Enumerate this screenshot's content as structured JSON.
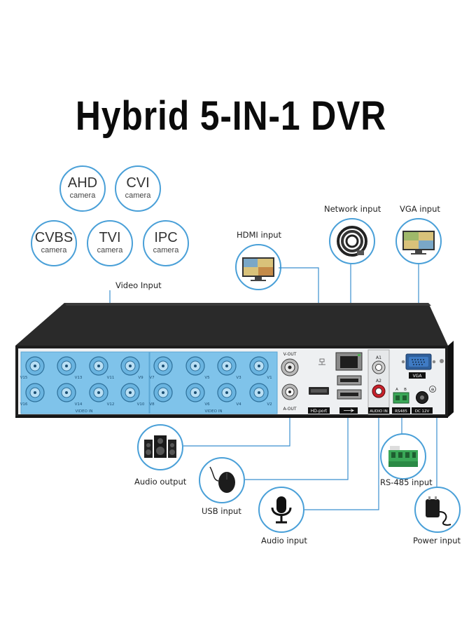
{
  "title": "Hybrid 5-IN-1 DVR",
  "cameras": [
    {
      "name": "AHD",
      "sub": "camera"
    },
    {
      "name": "CVI",
      "sub": "camera"
    },
    {
      "name": "CVBS",
      "sub": "camera"
    },
    {
      "name": "TVI",
      "sub": "camera"
    },
    {
      "name": "IPC",
      "sub": "camera"
    }
  ],
  "labels": {
    "video_input": "Video Input",
    "hdmi_input": "HDMI input",
    "network_input": "Network input",
    "vga_input": "VGA input",
    "audio_output": "Audio output",
    "usb_input": "USB input",
    "audio_input": "Audio input",
    "rs485_input": "RS-485 input",
    "power_input": "Power input"
  },
  "panel": {
    "video_in": "VIDEO IN",
    "v_out": "V-OUT",
    "a_out": "A-OUT",
    "hd_port": "HD-port",
    "audio_in": "AUDIO IN",
    "a1": "A1",
    "a2": "A2",
    "vga": "VGA",
    "rs485": "RS485",
    "dc12v": "DC 12V",
    "a": "A",
    "b": "B",
    "bnc_top": [
      "V15",
      "V13",
      "V11",
      "V9",
      "V7",
      "V5",
      "V3",
      "V1"
    ],
    "bnc_bottom": [
      "V16",
      "V14",
      "V12",
      "V10",
      "V8",
      "V6",
      "V4",
      "V2"
    ]
  },
  "colors": {
    "accent": "#4aa0d8",
    "video_panel": "#7fc3ea",
    "chassis_top": "#2a2a2a",
    "line": "#3b8fcf"
  }
}
